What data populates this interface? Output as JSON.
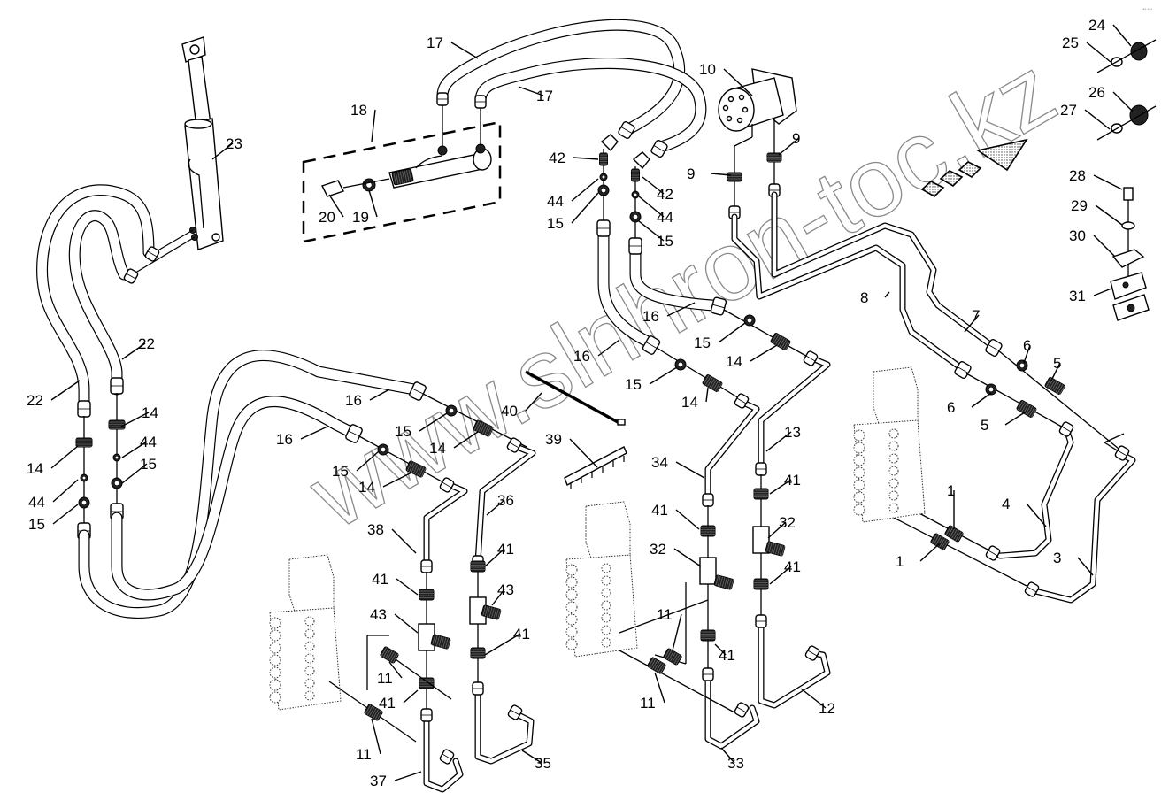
{
  "diagram": {
    "title": "Hydraulic piping exploded parts diagram",
    "watermark": "www.slnhron-toc.kz",
    "corner_mark": "••• •••",
    "callouts": [
      {
        "id": "1",
        "part": "fitting"
      },
      {
        "id": "3",
        "part": "pipe"
      },
      {
        "id": "4",
        "part": "pipe"
      },
      {
        "id": "5",
        "part": "fitting"
      },
      {
        "id": "6",
        "part": "seal-ring"
      },
      {
        "id": "7",
        "part": "pipe"
      },
      {
        "id": "8",
        "part": "pipe"
      },
      {
        "id": "9",
        "part": "fitting"
      },
      {
        "id": "10",
        "part": "hydraulic-motor"
      },
      {
        "id": "11",
        "part": "fitting"
      },
      {
        "id": "12",
        "part": "pipe"
      },
      {
        "id": "13",
        "part": "pipe"
      },
      {
        "id": "14",
        "part": "fitting"
      },
      {
        "id": "15",
        "part": "nut"
      },
      {
        "id": "16",
        "part": "hose"
      },
      {
        "id": "17",
        "part": "hose"
      },
      {
        "id": "18",
        "part": "cylinder-assembly"
      },
      {
        "id": "19",
        "part": "nut"
      },
      {
        "id": "20",
        "part": "clevis"
      },
      {
        "id": "22",
        "part": "hose"
      },
      {
        "id": "23",
        "part": "cylinder"
      },
      {
        "id": "24",
        "part": "nut"
      },
      {
        "id": "25",
        "part": "washer"
      },
      {
        "id": "26",
        "part": "nut"
      },
      {
        "id": "27",
        "part": "washer"
      },
      {
        "id": "28",
        "part": "bolt"
      },
      {
        "id": "29",
        "part": "washer"
      },
      {
        "id": "30",
        "part": "plate"
      },
      {
        "id": "31",
        "part": "clamp"
      },
      {
        "id": "32",
        "part": "tee-block"
      },
      {
        "id": "33",
        "part": "pipe"
      },
      {
        "id": "34",
        "part": "pipe"
      },
      {
        "id": "35",
        "part": "pipe"
      },
      {
        "id": "36",
        "part": "pipe"
      },
      {
        "id": "37",
        "part": "pipe"
      },
      {
        "id": "38",
        "part": "pipe"
      },
      {
        "id": "39",
        "part": "clip-strip"
      },
      {
        "id": "40",
        "part": "cable-tie"
      },
      {
        "id": "41",
        "part": "fitting"
      },
      {
        "id": "42",
        "part": "elbow"
      },
      {
        "id": "43",
        "part": "tee-block"
      },
      {
        "id": "44",
        "part": "seal-ring"
      }
    ]
  }
}
